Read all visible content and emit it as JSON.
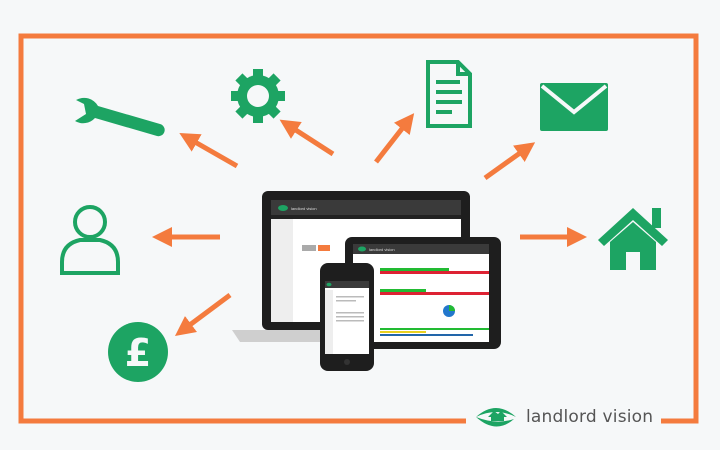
{
  "brand": {
    "name": "landlord vision"
  },
  "colors": {
    "frame": "#f47b3e",
    "arrow": "#f47b3e",
    "icon": "#1da463",
    "background": "#f6f8f9"
  },
  "icons": [
    "wrench-icon",
    "gear-icon",
    "document-icon",
    "envelope-icon",
    "user-icon",
    "house-icon",
    "pound-icon"
  ],
  "devices": {
    "laptop_brand": "landlord vision",
    "tablet_brand": "landlord vision",
    "phone_brand": "landlord vision"
  }
}
